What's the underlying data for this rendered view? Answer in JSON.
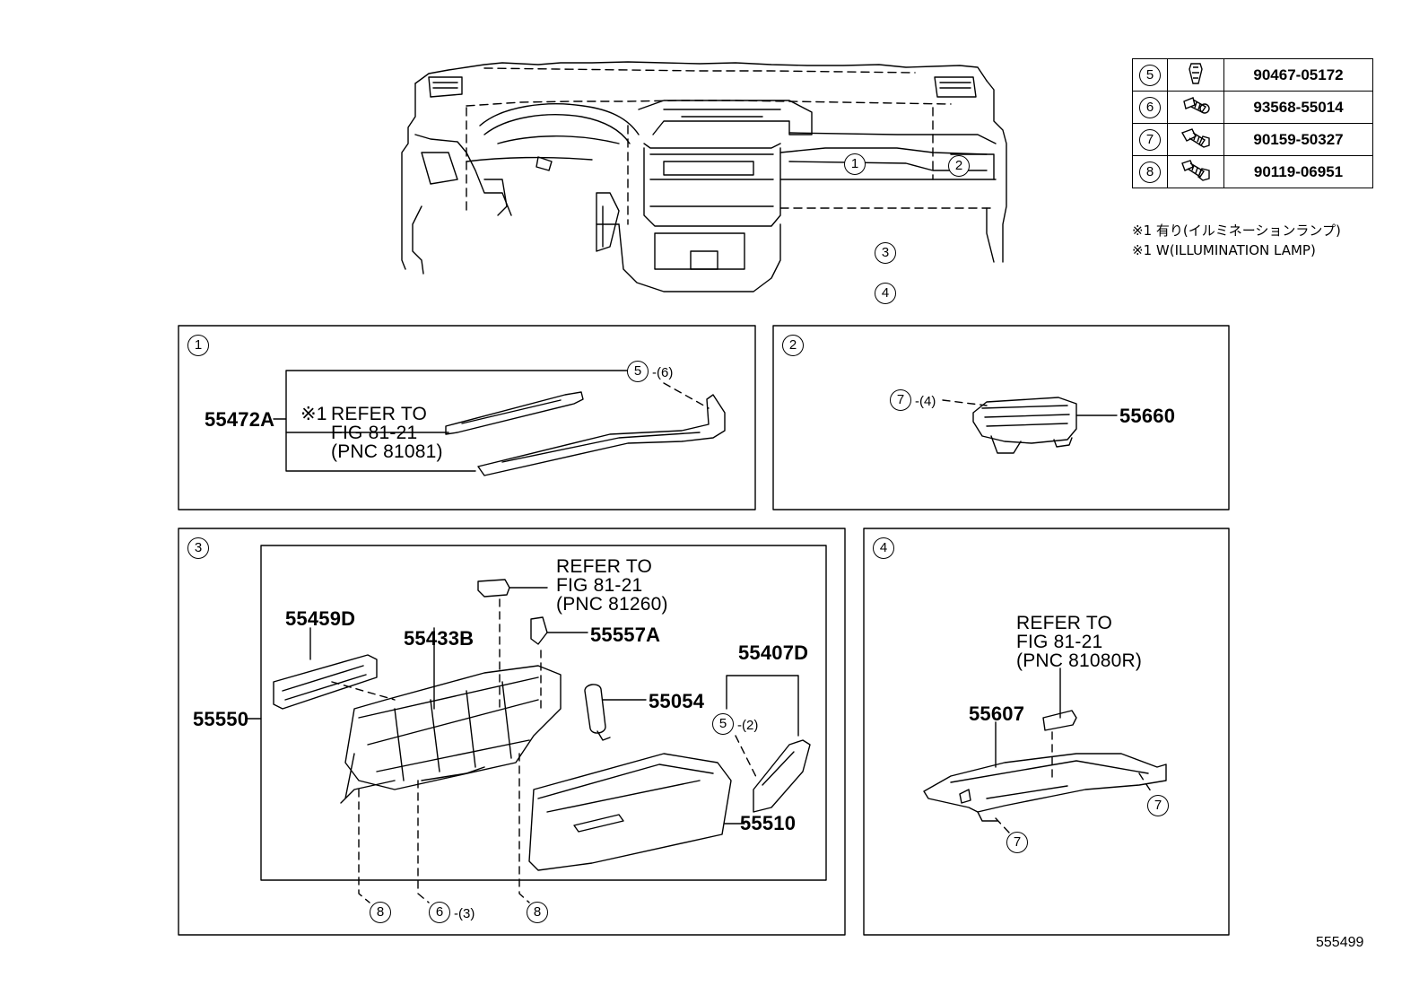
{
  "fasteners": [
    {
      "ref": "5",
      "icon": "clip-icon",
      "part": "90467-05172"
    },
    {
      "ref": "6",
      "icon": "screw-icon",
      "part": "93568-55014"
    },
    {
      "ref": "7",
      "icon": "bolt-icon",
      "part": "90159-50327"
    },
    {
      "ref": "8",
      "icon": "bolt-icon",
      "part": "90119-06951"
    }
  ],
  "notes": {
    "jp": "※1 有り(イルミネーションランプ)",
    "en": "※1 W(ILLUMINATION LAMP)"
  },
  "overview_callouts": [
    "1",
    "2",
    "3",
    "4"
  ],
  "panels": {
    "p1": {
      "num": "1",
      "part": "55472A",
      "note_mark": "※1",
      "refer": [
        "REFER TO",
        "FIG 81-21",
        "(PNC 81081)"
      ],
      "fastener": "5",
      "qty": "-(6)"
    },
    "p2": {
      "num": "2",
      "part": "55660",
      "fastener": "7",
      "qty": "-(4)"
    },
    "p3": {
      "num": "3",
      "parts": {
        "assy": "55550",
        "lamp_cover": "55459D",
        "box_frame": "55433B",
        "bulb": "55557A",
        "damper": "55054",
        "hinge": "55407D",
        "door": "55510"
      },
      "refer": [
        "REFER TO",
        "FIG 81-21",
        "(PNC 81260)"
      ],
      "fasteners": {
        "hinge_f": "5",
        "hinge_q": "-(2)",
        "bottom_l": "8",
        "bottom_m": "6",
        "bottom_mq": "-(3)",
        "bottom_r": "8"
      }
    },
    "p4": {
      "num": "4",
      "part": "55607",
      "refer": [
        "REFER TO",
        "FIG 81-21",
        "(PNC 81080R)"
      ],
      "fast_a": "7",
      "fast_b": "7"
    }
  },
  "figure_id": "555499"
}
